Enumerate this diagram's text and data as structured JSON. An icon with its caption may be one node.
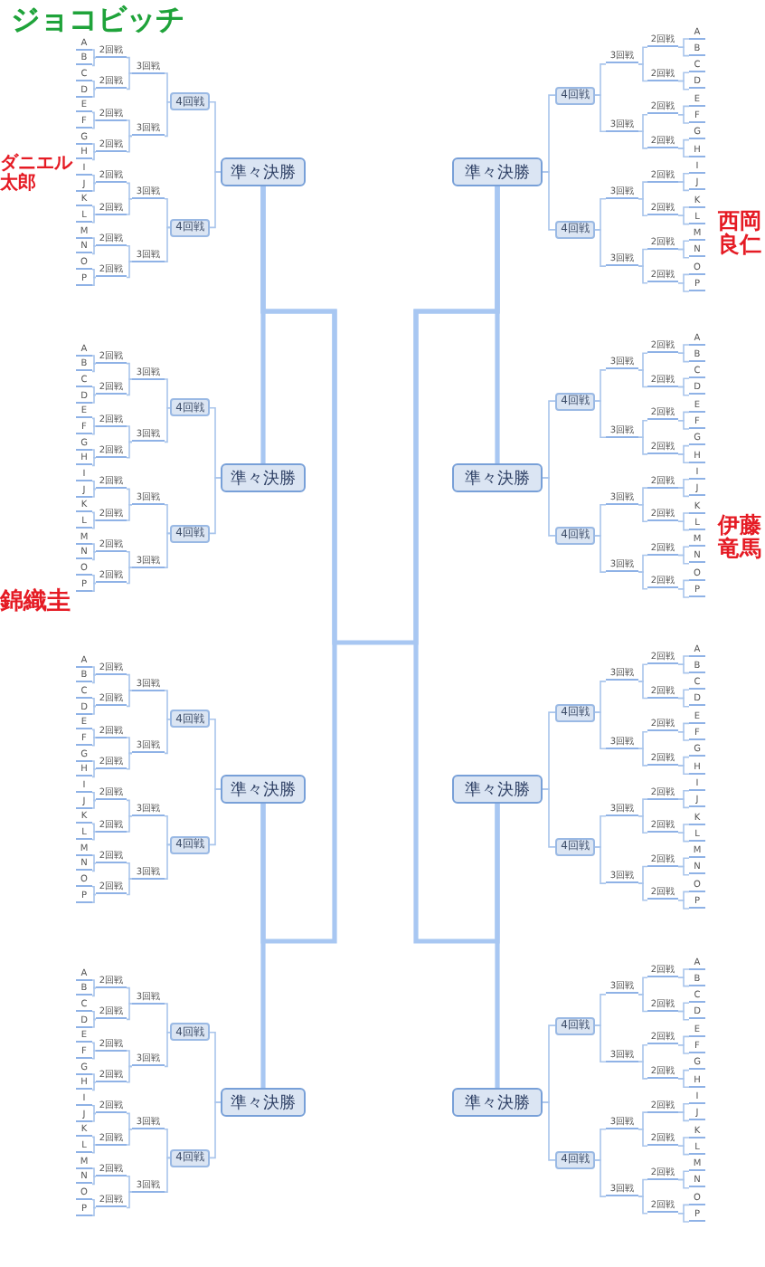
{
  "diagram": {
    "nodes": [
      {
        "text": [
          "準々決勝"
        ]
      },
      {
        "text": [
          "4回戦"
        ]
      },
      {
        "text": [
          "4回戦"
        ]
      },
      {
        "text": [
          "3回戦"
        ]
      },
      {
        "text": [
          "3回戦"
        ]
      },
      {
        "text": [
          "3回戦"
        ]
      },
      {
        "text": [
          "3回戦"
        ]
      },
      {
        "text": [
          "2回戦"
        ]
      },
      {
        "text": [
          "2回戦"
        ]
      },
      {
        "text": [
          "2回戦"
        ]
      },
      {
        "text": [
          "2回戦"
        ]
      },
      {
        "text": [
          "2回戦"
        ]
      },
      {
        "text": [
          "2回戦"
        ]
      },
      {
        "text": [
          "2回戦"
        ]
      },
      {
        "text": [
          "2回戦"
        ]
      },
      {
        "text": [
          "A"
        ]
      },
      {
        "text": [
          "B"
        ]
      },
      {
        "text": [
          "C"
        ]
      },
      {
        "text": [
          "D"
        ]
      },
      {
        "text": [
          "E"
        ]
      },
      {
        "text": [
          "F"
        ]
      },
      {
        "text": [
          "G"
        ]
      },
      {
        "text": [
          "H"
        ]
      },
      {
        "text": [
          "I"
        ]
      },
      {
        "text": [
          "J"
        ]
      },
      {
        "text": [
          "K"
        ]
      },
      {
        "text": [
          "L"
        ]
      },
      {
        "text": [
          "M"
        ]
      },
      {
        "text": [
          "N"
        ]
      },
      {
        "text": [
          "O"
        ]
      },
      {
        "text": [
          "P"
        ]
      },
      {
        "text": [
          "準々決勝"
        ]
      },
      {
        "text": [
          "4回戦"
        ]
      },
      {
        "text": [
          "4回戦"
        ]
      },
      {
        "text": [
          "3回戦"
        ]
      },
      {
        "text": [
          "3回戦"
        ]
      },
      {
        "text": [
          "3回戦"
        ]
      },
      {
        "text": [
          "3回戦"
        ]
      },
      {
        "text": [
          "2回戦"
        ]
      },
      {
        "text": [
          "2回戦"
        ]
      },
      {
        "text": [
          "2回戦"
        ]
      },
      {
        "text": [
          "2回戦"
        ]
      },
      {
        "text": [
          "2回戦"
        ]
      },
      {
        "text": [
          "2回戦"
        ]
      },
      {
        "text": [
          "2回戦"
        ]
      },
      {
        "text": [
          "2回戦"
        ]
      },
      {
        "text": [
          "A"
        ]
      },
      {
        "text": [
          "B"
        ]
      },
      {
        "text": [
          "C"
        ]
      },
      {
        "text": [
          "D"
        ]
      },
      {
        "text": [
          "E"
        ]
      },
      {
        "text": [
          "F"
        ]
      },
      {
        "text": [
          "G"
        ]
      },
      {
        "text": [
          "H"
        ]
      },
      {
        "text": [
          "I"
        ]
      },
      {
        "text": [
          "J"
        ]
      },
      {
        "text": [
          "K"
        ]
      },
      {
        "text": [
          "L"
        ]
      },
      {
        "text": [
          "M"
        ]
      },
      {
        "text": [
          "N"
        ]
      },
      {
        "text": [
          "O"
        ]
      },
      {
        "text": [
          "P"
        ]
      },
      {
        "text": [
          "準々決勝"
        ]
      },
      {
        "text": [
          "4回戦"
        ]
      },
      {
        "text": [
          "4回戦"
        ]
      },
      {
        "text": [
          "3回戦"
        ]
      },
      {
        "text": [
          "3回戦"
        ]
      },
      {
        "text": [
          "3回戦"
        ]
      },
      {
        "text": [
          "3回戦"
        ]
      },
      {
        "text": [
          "2回戦"
        ]
      },
      {
        "text": [
          "2回戦"
        ]
      },
      {
        "text": [
          "2回戦"
        ]
      },
      {
        "text": [
          "2回戦"
        ]
      },
      {
        "text": [
          "2回戦"
        ]
      },
      {
        "text": [
          "2回戦"
        ]
      },
      {
        "text": [
          "2回戦"
        ]
      },
      {
        "text": [
          "2回戦"
        ]
      },
      {
        "text": [
          "A"
        ]
      },
      {
        "text": [
          "B"
        ]
      },
      {
        "text": [
          "C"
        ]
      },
      {
        "text": [
          "D"
        ]
      },
      {
        "text": [
          "E"
        ]
      },
      {
        "text": [
          "F"
        ]
      },
      {
        "text": [
          "G"
        ]
      },
      {
        "text": [
          "H"
        ]
      },
      {
        "text": [
          "I"
        ]
      },
      {
        "text": [
          "J"
        ]
      },
      {
        "text": [
          "K"
        ]
      },
      {
        "text": [
          "L"
        ]
      },
      {
        "text": [
          "M"
        ]
      },
      {
        "text": [
          "N"
        ]
      },
      {
        "text": [
          "O"
        ]
      },
      {
        "text": [
          "P"
        ]
      },
      {
        "text": [
          "準々決勝"
        ]
      },
      {
        "text": [
          "4回戦"
        ]
      },
      {
        "text": [
          "4回戦"
        ]
      },
      {
        "text": [
          "3回戦"
        ]
      },
      {
        "text": [
          "3回戦"
        ]
      },
      {
        "text": [
          "3回戦"
        ]
      },
      {
        "text": [
          "3回戦"
        ]
      },
      {
        "text": [
          "2回戦"
        ]
      },
      {
        "text": [
          "2回戦"
        ]
      },
      {
        "text": [
          "2回戦"
        ]
      },
      {
        "text": [
          "2回戦"
        ]
      },
      {
        "text": [
          "2回戦"
        ]
      },
      {
        "text": [
          "2回戦"
        ]
      },
      {
        "text": [
          "2回戦"
        ]
      },
      {
        "text": [
          "2回戦"
        ]
      },
      {
        "text": [
          "A"
        ]
      },
      {
        "text": [
          "B"
        ]
      },
      {
        "text": [
          "C"
        ]
      },
      {
        "text": [
          "D"
        ]
      },
      {
        "text": [
          "E"
        ]
      },
      {
        "text": [
          "F"
        ]
      },
      {
        "text": [
          "G"
        ]
      },
      {
        "text": [
          "H"
        ]
      },
      {
        "text": [
          "I"
        ]
      },
      {
        "text": [
          "J"
        ]
      },
      {
        "text": [
          "K"
        ]
      },
      {
        "text": [
          "L"
        ]
      },
      {
        "text": [
          "M"
        ]
      },
      {
        "text": [
          "N"
        ]
      },
      {
        "text": [
          "O"
        ]
      },
      {
        "text": [
          "P"
        ]
      },
      {
        "text": [
          "準々決勝"
        ]
      },
      {
        "text": [
          "4回戦"
        ]
      },
      {
        "text": [
          "4回戦"
        ]
      },
      {
        "text": [
          "3回戦"
        ]
      },
      {
        "text": [
          "3回戦"
        ]
      },
      {
        "text": [
          "3回戦"
        ]
      },
      {
        "text": [
          "3回戦"
        ]
      },
      {
        "text": [
          "2回戦"
        ]
      },
      {
        "text": [
          "2回戦"
        ]
      },
      {
        "text": [
          "2回戦"
        ]
      },
      {
        "text": [
          "2回戦"
        ]
      },
      {
        "text": [
          "2回戦"
        ]
      },
      {
        "text": [
          "2回戦"
        ]
      },
      {
        "text": [
          "2回戦"
        ]
      },
      {
        "text": [
          "2回戦"
        ]
      },
      {
        "text": [
          "A"
        ]
      },
      {
        "text": [
          "B"
        ]
      },
      {
        "text": [
          "C"
        ]
      },
      {
        "text": [
          "D"
        ]
      },
      {
        "text": [
          "E"
        ]
      },
      {
        "text": [
          "F"
        ]
      },
      {
        "text": [
          "G"
        ]
      },
      {
        "text": [
          "H"
        ]
      },
      {
        "text": [
          "I"
        ]
      },
      {
        "text": [
          "J"
        ]
      },
      {
        "text": [
          "K"
        ]
      },
      {
        "text": [
          "L"
        ]
      },
      {
        "text": [
          "M"
        ]
      },
      {
        "text": [
          "N"
        ]
      },
      {
        "text": [
          "O"
        ]
      },
      {
        "text": [
          "P"
        ]
      },
      {
        "text": [
          "準々決勝"
        ]
      },
      {
        "text": [
          "4回戦"
        ]
      },
      {
        "text": [
          "4回戦"
        ]
      },
      {
        "text": [
          "3回戦"
        ]
      },
      {
        "text": [
          "3回戦"
        ]
      },
      {
        "text": [
          "3回戦"
        ]
      },
      {
        "text": [
          "3回戦"
        ]
      },
      {
        "text": [
          "2回戦"
        ]
      },
      {
        "text": [
          "2回戦"
        ]
      },
      {
        "text": [
          "2回戦"
        ]
      },
      {
        "text": [
          "2回戦"
        ]
      },
      {
        "text": [
          "2回戦"
        ]
      },
      {
        "text": [
          "2回戦"
        ]
      },
      {
        "text": [
          "2回戦"
        ]
      },
      {
        "text": [
          "2回戦"
        ]
      },
      {
        "text": [
          "A"
        ]
      },
      {
        "text": [
          "B"
        ]
      },
      {
        "text": [
          "C"
        ]
      },
      {
        "text": [
          "D"
        ]
      },
      {
        "text": [
          "E"
        ]
      },
      {
        "text": [
          "F"
        ]
      },
      {
        "text": [
          "G"
        ]
      },
      {
        "text": [
          "H"
        ]
      },
      {
        "text": [
          "I"
        ]
      },
      {
        "text": [
          "J"
        ]
      },
      {
        "text": [
          "K"
        ]
      },
      {
        "text": [
          "L"
        ]
      },
      {
        "text": [
          "M"
        ]
      },
      {
        "text": [
          "N"
        ]
      },
      {
        "text": [
          "O"
        ]
      },
      {
        "text": [
          "P"
        ]
      },
      {
        "text": [
          "準々決勝"
        ]
      },
      {
        "text": [
          "4回戦"
        ]
      },
      {
        "text": [
          "4回戦"
        ]
      },
      {
        "text": [
          "3回戦"
        ]
      },
      {
        "text": [
          "3回戦"
        ]
      },
      {
        "text": [
          "3回戦"
        ]
      },
      {
        "text": [
          "3回戦"
        ]
      },
      {
        "text": [
          "2回戦"
        ]
      },
      {
        "text": [
          "2回戦"
        ]
      },
      {
        "text": [
          "2回戦"
        ]
      },
      {
        "text": [
          "2回戦"
        ]
      },
      {
        "text": [
          "2回戦"
        ]
      },
      {
        "text": [
          "2回戦"
        ]
      },
      {
        "text": [
          "2回戦"
        ]
      },
      {
        "text": [
          "2回戦"
        ]
      },
      {
        "text": [
          "A"
        ]
      },
      {
        "text": [
          "B"
        ]
      },
      {
        "text": [
          "C"
        ]
      },
      {
        "text": [
          "D"
        ]
      },
      {
        "text": [
          "E"
        ]
      },
      {
        "text": [
          "F"
        ]
      },
      {
        "text": [
          "G"
        ]
      },
      {
        "text": [
          "H"
        ]
      },
      {
        "text": [
          "I"
        ]
      },
      {
        "text": [
          "J"
        ]
      },
      {
        "text": [
          "K"
        ]
      },
      {
        "text": [
          "L"
        ]
      },
      {
        "text": [
          "M"
        ]
      },
      {
        "text": [
          "N"
        ]
      },
      {
        "text": [
          "O"
        ]
      },
      {
        "text": [
          "P"
        ]
      },
      {
        "text": [
          "準々決勝"
        ]
      },
      {
        "text": [
          "4回戦"
        ]
      },
      {
        "text": [
          "4回戦"
        ]
      },
      {
        "text": [
          "3回戦"
        ]
      },
      {
        "text": [
          "3回戦"
        ]
      },
      {
        "text": [
          "3回戦"
        ]
      },
      {
        "text": [
          "3回戦"
        ]
      },
      {
        "text": [
          "2回戦"
        ]
      },
      {
        "text": [
          "2回戦"
        ]
      },
      {
        "text": [
          "2回戦"
        ]
      },
      {
        "text": [
          "2回戦"
        ]
      },
      {
        "text": [
          "2回戦"
        ]
      },
      {
        "text": [
          "2回戦"
        ]
      },
      {
        "text": [
          "2回戦"
        ]
      },
      {
        "text": [
          "2回戦"
        ]
      },
      {
        "text": [
          "A"
        ]
      },
      {
        "text": [
          "B"
        ]
      },
      {
        "text": [
          "C"
        ]
      },
      {
        "text": [
          "D"
        ]
      },
      {
        "text": [
          "E"
        ]
      },
      {
        "text": [
          "F"
        ]
      },
      {
        "text": [
          "G"
        ]
      },
      {
        "text": [
          "H"
        ]
      },
      {
        "text": [
          "I"
        ]
      },
      {
        "text": [
          "J"
        ]
      },
      {
        "text": [
          "K"
        ]
      },
      {
        "text": [
          "L"
        ]
      },
      {
        "text": [
          "M"
        ]
      },
      {
        "text": [
          "N"
        ]
      },
      {
        "text": [
          "O"
        ]
      },
      {
        "text": [
          "P"
        ]
      }
    ],
    "edges": [
      {
        "from": 1,
        "to": 0,
        "arrow": "none"
      },
      {
        "from": 2,
        "to": 0,
        "arrow": "none"
      },
      {
        "from": 3,
        "to": 1,
        "arrow": "none"
      },
      {
        "from": 4,
        "to": 1,
        "arrow": "none"
      },
      {
        "from": 5,
        "to": 2,
        "arrow": "none"
      },
      {
        "from": 6,
        "to": 2,
        "arrow": "none"
      },
      {
        "from": 7,
        "to": 3,
        "arrow": "none"
      },
      {
        "from": 8,
        "to": 3,
        "arrow": "none"
      },
      {
        "from": 9,
        "to": 4,
        "arrow": "none"
      },
      {
        "from": 10,
        "to": 4,
        "arrow": "none"
      },
      {
        "from": 11,
        "to": 5,
        "arrow": "none"
      },
      {
        "from": 12,
        "to": 5,
        "arrow": "none"
      },
      {
        "from": 13,
        "to": 6,
        "arrow": "none"
      },
      {
        "from": 14,
        "to": 6,
        "arrow": "none"
      },
      {
        "from": 15,
        "to": 7,
        "arrow": "none"
      },
      {
        "from": 16,
        "to": 7,
        "arrow": "none"
      },
      {
        "from": 17,
        "to": 8,
        "arrow": "none"
      },
      {
        "from": 18,
        "to": 8,
        "arrow": "none"
      },
      {
        "from": 19,
        "to": 9,
        "arrow": "none"
      },
      {
        "from": 20,
        "to": 9,
        "arrow": "none"
      },
      {
        "from": 21,
        "to": 10,
        "arrow": "none"
      },
      {
        "from": 22,
        "to": 10,
        "arrow": "none"
      },
      {
        "from": 23,
        "to": 11,
        "arrow": "none"
      },
      {
        "from": 24,
        "to": 11,
        "arrow": "none"
      },
      {
        "from": 25,
        "to": 12,
        "arrow": "none"
      },
      {
        "from": 26,
        "to": 12,
        "arrow": "none"
      },
      {
        "from": 27,
        "to": 13,
        "arrow": "none"
      },
      {
        "from": 28,
        "to": 13,
        "arrow": "none"
      },
      {
        "from": 29,
        "to": 14,
        "arrow": "none"
      },
      {
        "from": 30,
        "to": 14,
        "arrow": "none"
      },
      {
        "from": 32,
        "to": 31,
        "arrow": "none"
      },
      {
        "from": 33,
        "to": 31,
        "arrow": "none"
      },
      {
        "from": 34,
        "to": 32,
        "arrow": "none"
      },
      {
        "from": 35,
        "to": 32,
        "arrow": "none"
      },
      {
        "from": 36,
        "to": 33,
        "arrow": "none"
      },
      {
        "from": 37,
        "to": 33,
        "arrow": "none"
      },
      {
        "from": 38,
        "to": 34,
        "arrow": "none"
      },
      {
        "from": 39,
        "to": 34,
        "arrow": "none"
      },
      {
        "from": 40,
        "to": 35,
        "arrow": "none"
      },
      {
        "from": 41,
        "to": 35,
        "arrow": "none"
      },
      {
        "from": 42,
        "to": 36,
        "arrow": "none"
      },
      {
        "from": 43,
        "to": 36,
        "arrow": "none"
      },
      {
        "from": 44,
        "to": 37,
        "arrow": "none"
      },
      {
        "from": 45,
        "to": 37,
        "arrow": "none"
      },
      {
        "from": 46,
        "to": 38,
        "arrow": "none"
      },
      {
        "from": 47,
        "to": 38,
        "arrow": "none"
      },
      {
        "from": 48,
        "to": 39,
        "arrow": "none"
      },
      {
        "from": 49,
        "to": 39,
        "arrow": "none"
      },
      {
        "from": 50,
        "to": 40,
        "arrow": "none"
      },
      {
        "from": 51,
        "to": 40,
        "arrow": "none"
      },
      {
        "from": 52,
        "to": 41,
        "arrow": "none"
      },
      {
        "from": 53,
        "to": 41,
        "arrow": "none"
      },
      {
        "from": 54,
        "to": 42,
        "arrow": "none"
      },
      {
        "from": 55,
        "to": 42,
        "arrow": "none"
      },
      {
        "from": 56,
        "to": 43,
        "arrow": "none"
      },
      {
        "from": 57,
        "to": 43,
        "arrow": "none"
      },
      {
        "from": 58,
        "to": 44,
        "arrow": "none"
      },
      {
        "from": 59,
        "to": 44,
        "arrow": "none"
      },
      {
        "from": 60,
        "to": 45,
        "arrow": "none"
      },
      {
        "from": 61,
        "to": 45,
        "arrow": "none"
      },
      {
        "from": 63,
        "to": 62,
        "arrow": "none"
      },
      {
        "from": 64,
        "to": 62,
        "arrow": "none"
      },
      {
        "from": 65,
        "to": 63,
        "arrow": "none"
      },
      {
        "from": 66,
        "to": 63,
        "arrow": "none"
      },
      {
        "from": 67,
        "to": 64,
        "arrow": "none"
      },
      {
        "from": 68,
        "to": 64,
        "arrow": "none"
      },
      {
        "from": 69,
        "to": 65,
        "arrow": "none"
      },
      {
        "from": 70,
        "to": 65,
        "arrow": "none"
      },
      {
        "from": 71,
        "to": 66,
        "arrow": "none"
      },
      {
        "from": 72,
        "to": 66,
        "arrow": "none"
      },
      {
        "from": 73,
        "to": 67,
        "arrow": "none"
      },
      {
        "from": 74,
        "to": 67,
        "arrow": "none"
      },
      {
        "from": 75,
        "to": 68,
        "arrow": "none"
      },
      {
        "from": 76,
        "to": 68,
        "arrow": "none"
      },
      {
        "from": 77,
        "to": 69,
        "arrow": "none"
      },
      {
        "from": 78,
        "to": 69,
        "arrow": "none"
      },
      {
        "from": 79,
        "to": 70,
        "arrow": "none"
      },
      {
        "from": 80,
        "to": 70,
        "arrow": "none"
      },
      {
        "from": 81,
        "to": 71,
        "arrow": "none"
      },
      {
        "from": 82,
        "to": 71,
        "arrow": "none"
      },
      {
        "from": 83,
        "to": 72,
        "arrow": "none"
      },
      {
        "from": 84,
        "to": 72,
        "arrow": "none"
      },
      {
        "from": 85,
        "to": 73,
        "arrow": "none"
      },
      {
        "from": 86,
        "to": 73,
        "arrow": "none"
      },
      {
        "from": 87,
        "to": 74,
        "arrow": "none"
      },
      {
        "from": 88,
        "to": 74,
        "arrow": "none"
      },
      {
        "from": 89,
        "to": 75,
        "arrow": "none"
      },
      {
        "from": 90,
        "to": 75,
        "arrow": "none"
      },
      {
        "from": 91,
        "to": 76,
        "arrow": "none"
      },
      {
        "from": 92,
        "to": 76,
        "arrow": "none"
      },
      {
        "from": 94,
        "to": 93,
        "arrow": "none"
      },
      {
        "from": 95,
        "to": 93,
        "arrow": "none"
      },
      {
        "from": 96,
        "to": 94,
        "arrow": "none"
      },
      {
        "from": 97,
        "to": 94,
        "arrow": "none"
      },
      {
        "from": 98,
        "to": 95,
        "arrow": "none"
      },
      {
        "from": 99,
        "to": 95,
        "arrow": "none"
      },
      {
        "from": 100,
        "to": 96,
        "arrow": "none"
      },
      {
        "from": 101,
        "to": 96,
        "arrow": "none"
      },
      {
        "from": 102,
        "to": 97,
        "arrow": "none"
      },
      {
        "from": 103,
        "to": 97,
        "arrow": "none"
      },
      {
        "from": 104,
        "to": 98,
        "arrow": "none"
      },
      {
        "from": 105,
        "to": 98,
        "arrow": "none"
      },
      {
        "from": 106,
        "to": 99,
        "arrow": "none"
      },
      {
        "from": 107,
        "to": 99,
        "arrow": "none"
      },
      {
        "from": 108,
        "to": 100,
        "arrow": "none"
      },
      {
        "from": 109,
        "to": 100,
        "arrow": "none"
      },
      {
        "from": 110,
        "to": 101,
        "arrow": "none"
      },
      {
        "from": 111,
        "to": 101,
        "arrow": "none"
      },
      {
        "from": 112,
        "to": 102,
        "arrow": "none"
      },
      {
        "from": 113,
        "to": 102,
        "arrow": "none"
      },
      {
        "from": 114,
        "to": 103,
        "arrow": "none"
      },
      {
        "from": 115,
        "to": 103,
        "arrow": "none"
      },
      {
        "from": 116,
        "to": 104,
        "arrow": "none"
      },
      {
        "from": 117,
        "to": 104,
        "arrow": "none"
      },
      {
        "from": 118,
        "to": 105,
        "arrow": "none"
      },
      {
        "from": 119,
        "to": 105,
        "arrow": "none"
      },
      {
        "from": 120,
        "to": 106,
        "arrow": "none"
      },
      {
        "from": 121,
        "to": 106,
        "arrow": "none"
      },
      {
        "from": 122,
        "to": 107,
        "arrow": "none"
      },
      {
        "from": 123,
        "to": 107,
        "arrow": "none"
      },
      {
        "from": 125,
        "to": 124,
        "arrow": "none"
      },
      {
        "from": 126,
        "to": 124,
        "arrow": "none"
      },
      {
        "from": 127,
        "to": 125,
        "arrow": "none"
      },
      {
        "from": 128,
        "to": 125,
        "arrow": "none"
      },
      {
        "from": 129,
        "to": 126,
        "arrow": "none"
      },
      {
        "from": 130,
        "to": 126,
        "arrow": "none"
      },
      {
        "from": 131,
        "to": 127,
        "arrow": "none"
      },
      {
        "from": 132,
        "to": 127,
        "arrow": "none"
      },
      {
        "from": 133,
        "to": 128,
        "arrow": "none"
      },
      {
        "from": 134,
        "to": 128,
        "arrow": "none"
      },
      {
        "from": 135,
        "to": 129,
        "arrow": "none"
      },
      {
        "from": 136,
        "to": 129,
        "arrow": "none"
      },
      {
        "from": 137,
        "to": 130,
        "arrow": "none"
      },
      {
        "from": 138,
        "to": 130,
        "arrow": "none"
      },
      {
        "from": 139,
        "to": 131,
        "arrow": "none"
      },
      {
        "from": 140,
        "to": 131,
        "arrow": "none"
      },
      {
        "from": 141,
        "to": 132,
        "arrow": "none"
      },
      {
        "from": 142,
        "to": 132,
        "arrow": "none"
      },
      {
        "from": 143,
        "to": 133,
        "arrow": "none"
      },
      {
        "from": 144,
        "to": 133,
        "arrow": "none"
      },
      {
        "from": 145,
        "to": 134,
        "arrow": "none"
      },
      {
        "from": 146,
        "to": 134,
        "arrow": "none"
      },
      {
        "from": 147,
        "to": 135,
        "arrow": "none"
      },
      {
        "from": 148,
        "to": 135,
        "arrow": "none"
      },
      {
        "from": 149,
        "to": 136,
        "arrow": "none"
      },
      {
        "from": 150,
        "to": 136,
        "arrow": "none"
      },
      {
        "from": 151,
        "to": 137,
        "arrow": "none"
      },
      {
        "from": 152,
        "to": 137,
        "arrow": "none"
      },
      {
        "from": 153,
        "to": 138,
        "arrow": "none"
      },
      {
        "from": 154,
        "to": 138,
        "arrow": "none"
      },
      {
        "from": 156,
        "to": 155,
        "arrow": "none"
      },
      {
        "from": 157,
        "to": 155,
        "arrow": "none"
      },
      {
        "from": 158,
        "to": 156,
        "arrow": "none"
      },
      {
        "from": 159,
        "to": 156,
        "arrow": "none"
      },
      {
        "from": 160,
        "to": 157,
        "arrow": "none"
      },
      {
        "from": 161,
        "to": 157,
        "arrow": "none"
      },
      {
        "from": 162,
        "to": 158,
        "arrow": "none"
      },
      {
        "from": 163,
        "to": 158,
        "arrow": "none"
      },
      {
        "from": 164,
        "to": 159,
        "arrow": "none"
      },
      {
        "from": 165,
        "to": 159,
        "arrow": "none"
      },
      {
        "from": 166,
        "to": 160,
        "arrow": "none"
      },
      {
        "from": 167,
        "to": 160,
        "arrow": "none"
      },
      {
        "from": 168,
        "to": 161,
        "arrow": "none"
      },
      {
        "from": 169,
        "to": 161,
        "arrow": "none"
      },
      {
        "from": 170,
        "to": 162,
        "arrow": "none"
      },
      {
        "from": 171,
        "to": 162,
        "arrow": "none"
      },
      {
        "from": 172,
        "to": 163,
        "arrow": "none"
      },
      {
        "from": 173,
        "to": 163,
        "arrow": "none"
      },
      {
        "from": 174,
        "to": 164,
        "arrow": "none"
      },
      {
        "from": 175,
        "to": 164,
        "arrow": "none"
      },
      {
        "from": 176,
        "to": 165,
        "arrow": "none"
      },
      {
        "from": 177,
        "to": 165,
        "arrow": "none"
      },
      {
        "from": 178,
        "to": 166,
        "arrow": "none"
      },
      {
        "from": 179,
        "to": 166,
        "arrow": "none"
      },
      {
        "from": 180,
        "to": 167,
        "arrow": "none"
      },
      {
        "from": 181,
        "to": 167,
        "arrow": "none"
      },
      {
        "from": 182,
        "to": 168,
        "arrow": "none"
      },
      {
        "from": 183,
        "to": 168,
        "arrow": "none"
      },
      {
        "from": 184,
        "to": 169,
        "arrow": "none"
      },
      {
        "from": 185,
        "to": 169,
        "arrow": "none"
      },
      {
        "from": 187,
        "to": 186,
        "arrow": "none"
      },
      {
        "from": 188,
        "to": 186,
        "arrow": "none"
      },
      {
        "from": 189,
        "to": 187,
        "arrow": "none"
      },
      {
        "from": 190,
        "to": 187,
        "arrow": "none"
      },
      {
        "from": 191,
        "to": 188,
        "arrow": "none"
      },
      {
        "from": 192,
        "to": 188,
        "arrow": "none"
      },
      {
        "from": 193,
        "to": 189,
        "arrow": "none"
      },
      {
        "from": 194,
        "to": 189,
        "arrow": "none"
      },
      {
        "from": 195,
        "to": 190,
        "arrow": "none"
      },
      {
        "from": 196,
        "to": 190,
        "arrow": "none"
      },
      {
        "from": 197,
        "to": 191,
        "arrow": "none"
      },
      {
        "from": 198,
        "to": 191,
        "arrow": "none"
      },
      {
        "from": 199,
        "to": 192,
        "arrow": "none"
      },
      {
        "from": 200,
        "to": 192,
        "arrow": "none"
      },
      {
        "from": 201,
        "to": 193,
        "arrow": "none"
      },
      {
        "from": 202,
        "to": 193,
        "arrow": "none"
      },
      {
        "from": 203,
        "to": 194,
        "arrow": "none"
      },
      {
        "from": 204,
        "to": 194,
        "arrow": "none"
      },
      {
        "from": 205,
        "to": 195,
        "arrow": "none"
      },
      {
        "from": 206,
        "to": 195,
        "arrow": "none"
      },
      {
        "from": 207,
        "to": 196,
        "arrow": "none"
      },
      {
        "from": 208,
        "to": 196,
        "arrow": "none"
      },
      {
        "from": 209,
        "to": 197,
        "arrow": "none"
      },
      {
        "from": 210,
        "to": 197,
        "arrow": "none"
      },
      {
        "from": 211,
        "to": 198,
        "arrow": "none"
      },
      {
        "from": 212,
        "to": 198,
        "arrow": "none"
      },
      {
        "from": 213,
        "to": 199,
        "arrow": "none"
      },
      {
        "from": 214,
        "to": 199,
        "arrow": "none"
      },
      {
        "from": 215,
        "to": 200,
        "arrow": "none"
      },
      {
        "from": 216,
        "to": 200,
        "arrow": "none"
      },
      {
        "from": 218,
        "to": 217,
        "arrow": "none"
      },
      {
        "from": 219,
        "to": 217,
        "arrow": "none"
      },
      {
        "from": 220,
        "to": 218,
        "arrow": "none"
      },
      {
        "from": 221,
        "to": 218,
        "arrow": "none"
      },
      {
        "from": 222,
        "to": 219,
        "arrow": "none"
      },
      {
        "from": 223,
        "to": 219,
        "arrow": "none"
      },
      {
        "from": 224,
        "to": 220,
        "arrow": "none"
      },
      {
        "from": 225,
        "to": 220,
        "arrow": "none"
      },
      {
        "from": 226,
        "to": 221,
        "arrow": "none"
      },
      {
        "from": 227,
        "to": 221,
        "arrow": "none"
      },
      {
        "from": 228,
        "to": 222,
        "arrow": "none"
      },
      {
        "from": 229,
        "to": 222,
        "arrow": "none"
      },
      {
        "from": 230,
        "to": 223,
        "arrow": "none"
      },
      {
        "from": 231,
        "to": 223,
        "arrow": "none"
      },
      {
        "from": 232,
        "to": 224,
        "arrow": "none"
      },
      {
        "from": 233,
        "to": 224,
        "arrow": "none"
      },
      {
        "from": 234,
        "to": 225,
        "arrow": "none"
      },
      {
        "from": 235,
        "to": 225,
        "arrow": "none"
      },
      {
        "from": 236,
        "to": 226,
        "arrow": "none"
      },
      {
        "from": 237,
        "to": 226,
        "arrow": "none"
      },
      {
        "from": 238,
        "to": 227,
        "arrow": "none"
      },
      {
        "from": 239,
        "to": 227,
        "arrow": "none"
      },
      {
        "from": 240,
        "to": 228,
        "arrow": "none"
      },
      {
        "from": 241,
        "to": 228,
        "arrow": "none"
      },
      {
        "from": 242,
        "to": 229,
        "arrow": "none"
      },
      {
        "from": 243,
        "to": 229,
        "arrow": "none"
      },
      {
        "from": 244,
        "to": 230,
        "arrow": "none"
      },
      {
        "from": 245,
        "to": 230,
        "arrow": "none"
      },
      {
        "from": 246,
        "to": 231,
        "arrow": "none"
      },
      {
        "from": 247,
        "to": 231,
        "arrow": "none"
      },
      {
        "from": 0,
        "to": 62,
        "arrow": "none",
        "style": "thick"
      },
      {
        "from": 124,
        "to": 186,
        "arrow": "none",
        "style": "thick"
      },
      {
        "from": 31,
        "to": 93,
        "arrow": "none",
        "style": "thick"
      },
      {
        "from": 155,
        "to": 217,
        "arrow": "none",
        "style": "thick"
      },
      {
        "from": 0,
        "to": 124,
        "arrow": "none",
        "style": "thick"
      },
      {
        "from": 31,
        "to": 155,
        "arrow": "none",
        "style": "thick"
      },
      {
        "from": 0,
        "to": 31,
        "arrow": "none",
        "style": "thick"
      }
    ],
    "labels": [
      "ジョコビッチ",
      "ダニエル太郎",
      "西岡良仁",
      "伊藤竜馬",
      "錦織圭"
    ]
  }
}
